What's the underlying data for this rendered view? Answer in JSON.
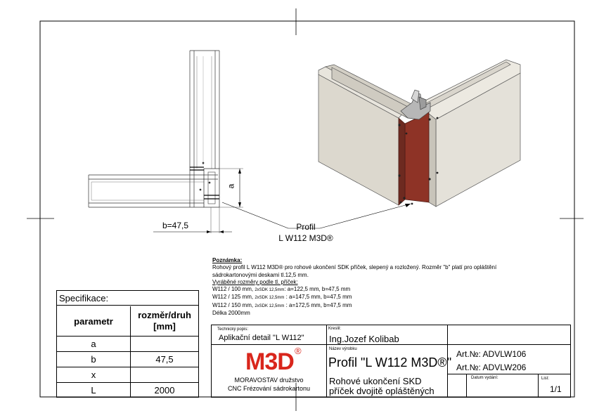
{
  "drawing": {
    "dimension_b": "b=47,5",
    "dimension_a": "a",
    "callout_line1": "Profil",
    "callout_line2": "L W112 M3D®"
  },
  "note": {
    "title": "Poznámka:",
    "line1": "Rohový profil L W112 M3D®  pro rohové ukončení SDK příček, slepený a rozložený. Rozměr \"b\" platí pro opláštění",
    "line2": "sádrokartonovými deskami tl.12,5 mm.",
    "subtitle": "Vyráběné rozměry podle tl. příček:",
    "rows": [
      {
        "a": "W112 / 100 mm, ",
        "b": "2xSDK 12,5mm",
        "c": ":  a=122,5 mm, b=47,5 mm"
      },
      {
        "a": "W112 / 125 mm, ",
        "b": "2xSDK 12,5mm",
        "c": " : a=147,5 mm, b=47,5 mm"
      },
      {
        "a": "W112 / 150 mm, ",
        "b": "2xSDK 12,5mm",
        "c": " : a=172,5 mm, b=47,5 mm"
      }
    ],
    "length": "Délka 2000mm"
  },
  "spec": {
    "title": "Specifikace:",
    "col1": "parametr",
    "col2_line1": "rozměr/druh",
    "col2_line2": "[mm]",
    "rows": [
      {
        "param": "a",
        "value": ""
      },
      {
        "param": "b",
        "value": "47,5"
      },
      {
        "param": "x",
        "value": ""
      },
      {
        "param": "L",
        "value": "2000"
      }
    ]
  },
  "titleblock": {
    "tech_label": "Technický popis:",
    "tech_value": "Aplikační detail \"L W112\"",
    "drawn_label": "Kreslil:",
    "drawn_value": "Ing.Jozef Kolibab",
    "product_label": "Název výrobku",
    "product_value": "Profil \"L W112 M3D®\"",
    "desc_line1": "Rohové ukončení SKD",
    "desc_line2": "příček dvojitě opláštěných",
    "art1": "Art.№: ADVLW106",
    "art2": "Art.№: ADVLW206",
    "date_label": "Datum vydání:",
    "sheet_label": "List:",
    "sheet_value": "1/1",
    "logo_text": "M3D",
    "logo_reg": "®",
    "company_line1": "MORAVOSTAV družstvo",
    "company_line2": "CNC Frézování sádrokartonu"
  },
  "colors": {
    "logo_red": "#d9261c",
    "board": "#dcd8ce",
    "board_dark": "#b9b5ab",
    "profile": "#8e3326"
  }
}
